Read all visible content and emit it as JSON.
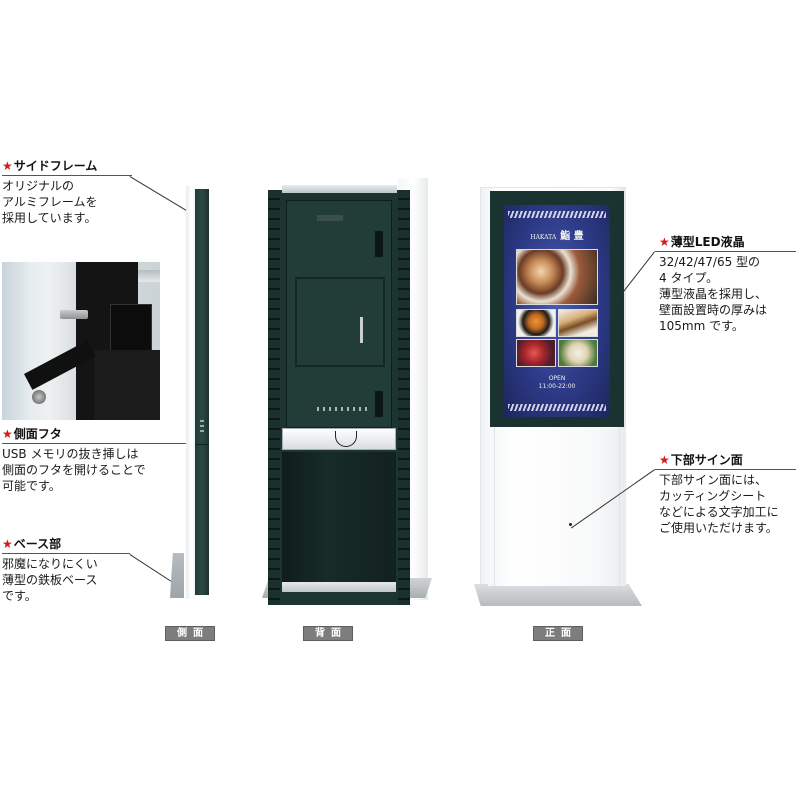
{
  "callouts": {
    "side_frame": {
      "star": "★",
      "title": "サイドフレーム",
      "lines": [
        "オリジナルの",
        "アルミフレームを",
        "採用しています。"
      ]
    },
    "side_lid": {
      "star": "★",
      "title": "側面フタ",
      "lines": [
        "USB メモリの抜き挿しは",
        "側面のフタを開けることで",
        "可能です。"
      ]
    },
    "base": {
      "star": "★",
      "title": "ベース部",
      "lines": [
        "邪魔になりにくい",
        "薄型の鉄板ベース",
        "です。"
      ]
    },
    "led_display": {
      "star": "★",
      "title": "薄型LED液晶",
      "lines": [
        "32/42/47/65 型の",
        "4 タイプ。",
        "薄型液晶を採用し、",
        "壁面設置時の厚みは",
        "105mm です。"
      ]
    },
    "lower_sign": {
      "star": "★",
      "title": "下部サイン面",
      "lines": [
        "下部サイン面には、",
        "カッティングシート",
        "などによる文字加工に",
        "ご使用いただけます。"
      ]
    }
  },
  "view_labels": {
    "side": "側面",
    "back": "背面",
    "front": "正面"
  },
  "screen": {
    "brand_small": "HAKATA",
    "brand_title": "鮨 豊",
    "caption_line1": "OPEN",
    "caption_line2": "11:00-22:00"
  },
  "colors": {
    "star_red": "#d41a1a",
    "frame_dark_green": "#1d3531",
    "body_white": "#ffffff",
    "label_gray": "#7d7d7d",
    "screen_blue": "#2d3a86"
  }
}
